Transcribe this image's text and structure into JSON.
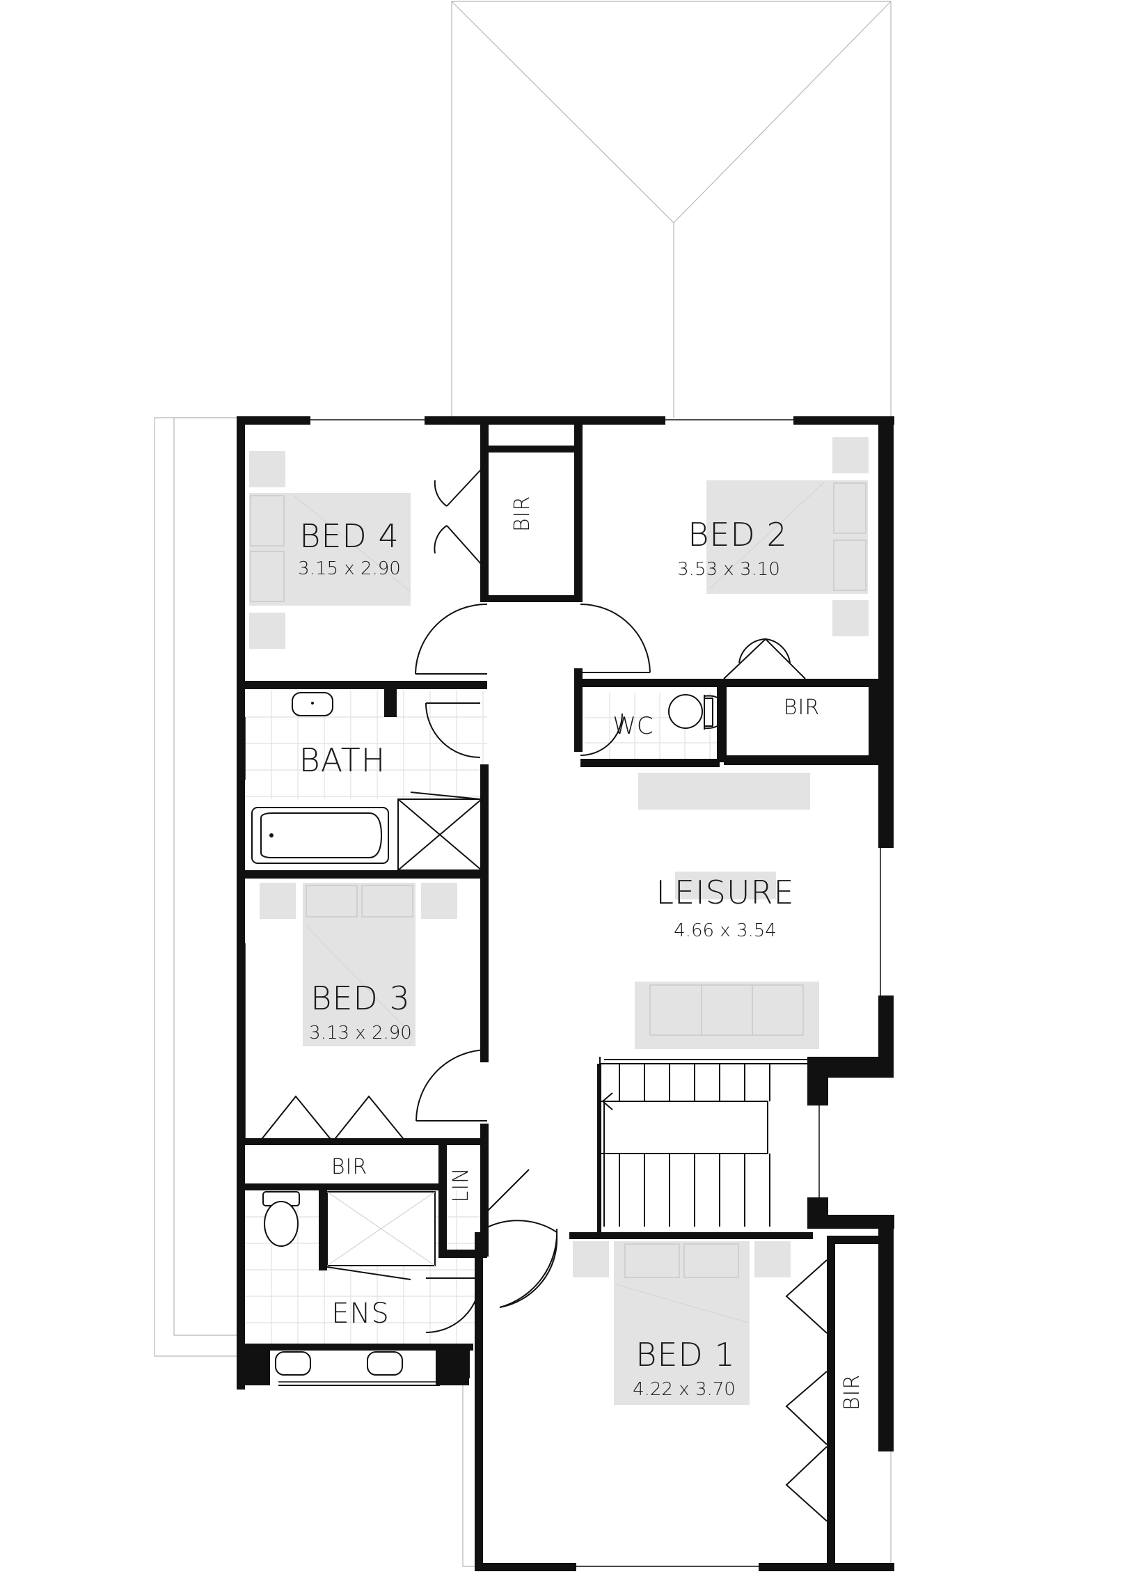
{
  "rooms": {
    "bed4": {
      "name": "BED 4",
      "dims": "3.15 x 2.90"
    },
    "bed2": {
      "name": "BED 2",
      "dims": "3.53 x 3.10"
    },
    "bed3": {
      "name": "BED 3",
      "dims": "3.13 x 2.90"
    },
    "bed1": {
      "name": "BED 1",
      "dims": "4.22 x 3.70"
    },
    "leisure": {
      "name": "LEISURE",
      "dims": "4.66 x 3.54"
    },
    "bath": {
      "name": "BATH"
    },
    "ens": {
      "name": "ENS"
    },
    "wc": {
      "name": "WC"
    },
    "lin": {
      "name": "LIN"
    },
    "bir_bed4": {
      "name": "BIR"
    },
    "bir_bed2": {
      "name": "BIR"
    },
    "bir_bed3": {
      "name": "BIR"
    },
    "bir_bed1": {
      "name": "BIR"
    }
  },
  "colors": {
    "wall": "#111111",
    "furniture": "#e3e3e3",
    "outline": "#b8b8b8"
  }
}
